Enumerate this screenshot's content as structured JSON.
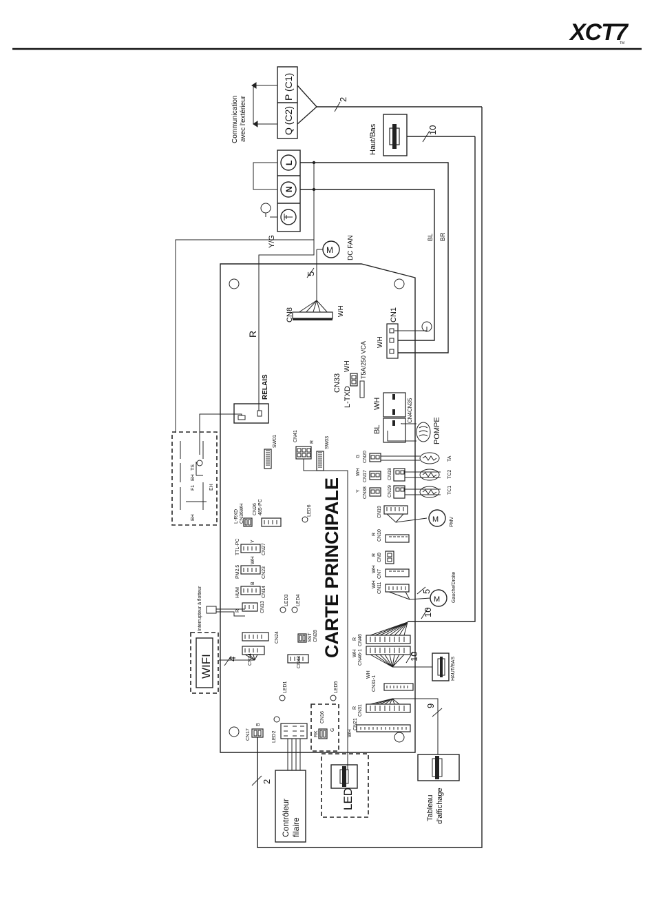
{
  "brand": {
    "logo_text": "XCT7",
    "logo_mark": "TM"
  },
  "terminals": {
    "comm_label": "Communication\navec l'extérieur",
    "p_label": "P (C1)",
    "q_label": "Q (C2)",
    "wire_count_comm": "2",
    "yg_label": "Y/G",
    "l_symbol": "L",
    "n_symbol": "N"
  },
  "peripherals": {
    "haut_bas_top": "Haut/Bas",
    "wire_count_hautbas": "10",
    "dc_fan": "DC FAN",
    "fan_wires": "5",
    "bl": "BL",
    "br": "BR",
    "r_wire": "R",
    "wifi": "WIFI",
    "wifi_wires": "4",
    "float_switch": "Interrupteur à flotteur",
    "controller": "Contrôleur\nfilaire",
    "controller_wires": "2",
    "led": "LED",
    "display": "Tableau\nd'affichage",
    "display_wires": "9",
    "pompe": "POMPE",
    "pmv": "PMV",
    "gauche_droite": "Gauche/Droite",
    "gd_wires": "5",
    "wire_10a": "10",
    "wire_10b": "10",
    "haut_bas_small": "HAUT/BAS",
    "ta": "TA",
    "tc2": "TC2",
    "tc1": "TC1",
    "heater_labels": [
      "EH",
      "F1",
      "EH",
      "TS",
      "EH"
    ]
  },
  "board": {
    "title": "CARTE PRINCIPALE",
    "relais": "RELAIS",
    "fuse": "T5A/250 VCA",
    "labels": {
      "cn8": "CN8",
      "cn8_color": "WH",
      "cn1": "CN1",
      "cn1_color": "WH",
      "cn33": "CN33",
      "cn33_color": "WH",
      "ltxd": "L-TXD",
      "cn35": "CN35",
      "cn35_color": "WH",
      "cn4": "CN4",
      "cn4_color": "BL",
      "sw01": "SW01",
      "sw03": "SW03",
      "cn41": "CN41",
      "cn41_color": "R",
      "lrxd": "L-RXD",
      "cn36": "CN36WH",
      "cn26": "CN26",
      "rs485": "485-PC",
      "led6": "LED6",
      "cn27": "CN27",
      "ttl": "TTL-PC",
      "cn27_color": "Y",
      "cn23": "CN23",
      "pm25": "PM2.5",
      "cn23_color": "WH",
      "cn14": "CN14",
      "hum": "HUM",
      "cn14_color": "B",
      "cn13": "CN13",
      "cn13_color": "R",
      "led3": "LED3",
      "led4": "LED4",
      "cn24": "CN24",
      "cn34": "CN34",
      "cn28": "CN28",
      "sst": "SST",
      "cn43": "CN43",
      "led1": "LED1",
      "led5": "LED5",
      "cn16": "CN16",
      "rk": "RK",
      "g": "G",
      "cn17a": "CN17",
      "cn17a_color": "B",
      "led2": "LED2",
      "cn20": "CN20",
      "cn20_color": "G",
      "cn17b": "CN17",
      "cn17b_color": "WH",
      "cn18": "CN18",
      "cn38": "CN38",
      "cn38_color": "Y",
      "cn19a": "CN19",
      "cn19b": "CN19",
      "cn10": "CN10",
      "cn10_color": "R",
      "cn9": "CN9",
      "cn9_color": "R",
      "cn7": "CN7",
      "cn7_color": "WH",
      "cn11": "CN11",
      "cn11_color": "WH",
      "cn46": "CN46",
      "cn46_color": "R",
      "cn461": "CN46-1",
      "cn461_color": "WH",
      "cn311": "CN31-1",
      "cn311_color": "WH",
      "cn31": "CN31",
      "cn31_color": "R",
      "cn21": "CN21",
      "cn21_color": "WH"
    }
  }
}
